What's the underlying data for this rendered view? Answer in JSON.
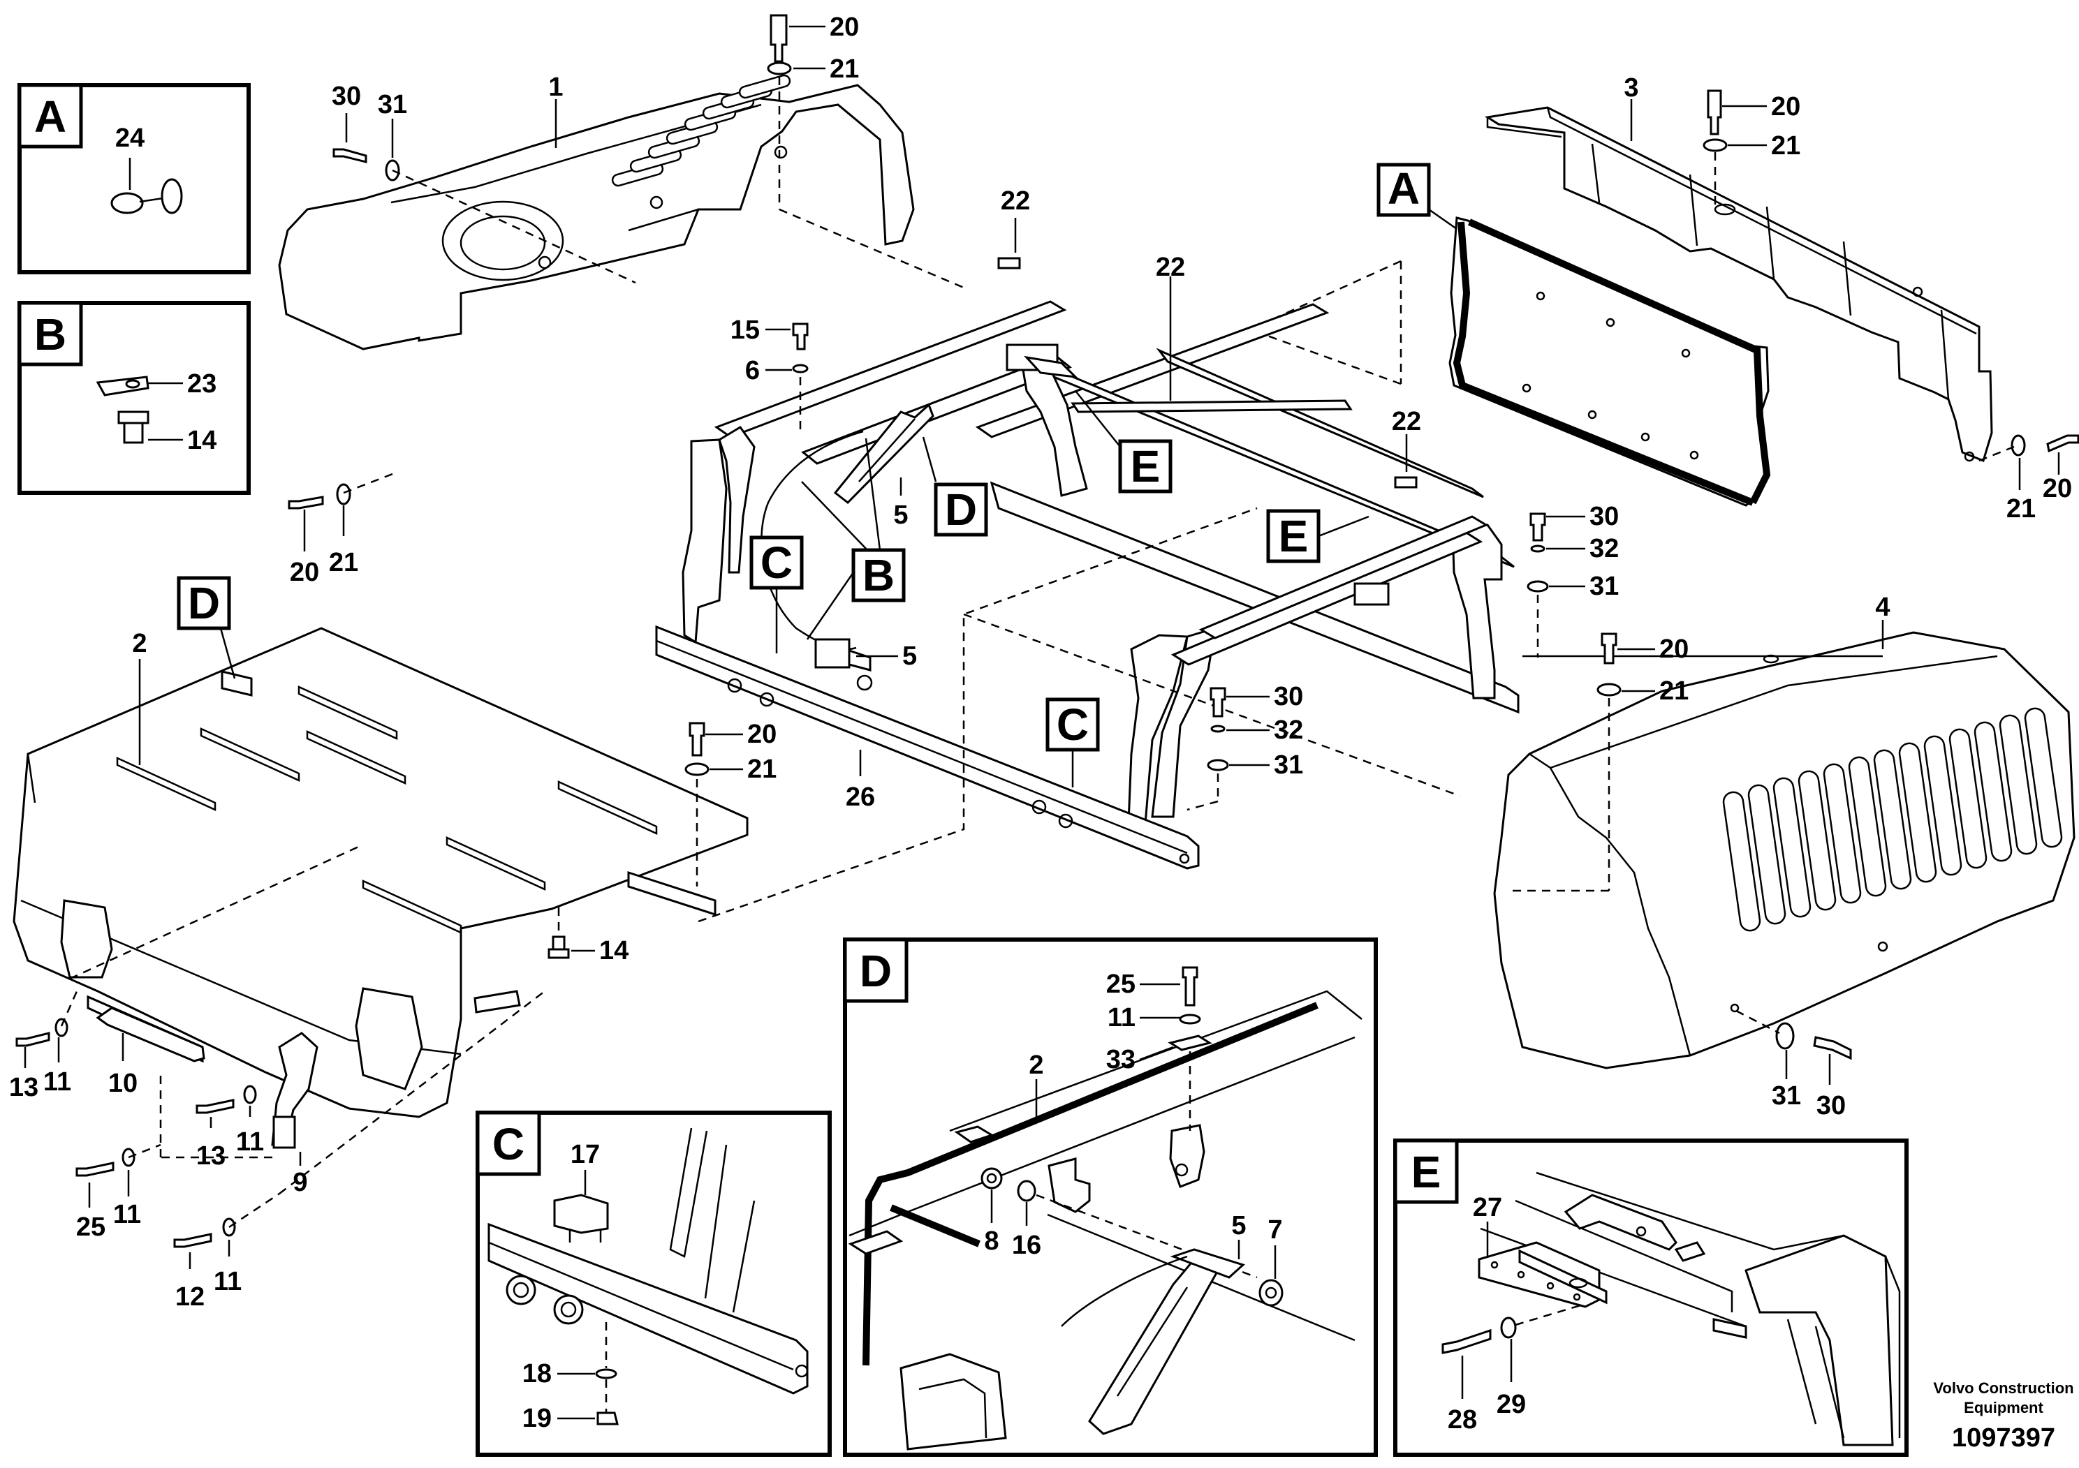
{
  "callouts": {
    "n1": "1",
    "n2": "2",
    "n3": "3",
    "n4": "4",
    "n5": "5",
    "n6": "6",
    "n7": "7",
    "n8": "8",
    "n9": "9",
    "n10": "10",
    "n11": "11",
    "n12": "12",
    "n13": "13",
    "n14": "14",
    "n15": "15",
    "n16": "16",
    "n17": "17",
    "n18": "18",
    "n19": "19",
    "n20": "20",
    "n21": "21",
    "n22": "22",
    "n23": "23",
    "n24": "24",
    "n25": "25",
    "n26": "26",
    "n27": "27",
    "n28": "28",
    "n29": "29",
    "n30": "30",
    "n31": "31",
    "n32": "32",
    "n33": "33"
  },
  "detail_tags": {
    "A": "A",
    "B": "B",
    "C": "C",
    "D": "D",
    "E": "E"
  },
  "credit": {
    "line1": "Volvo Construction",
    "line2": "Equipment",
    "drawing_number": "1097397"
  }
}
